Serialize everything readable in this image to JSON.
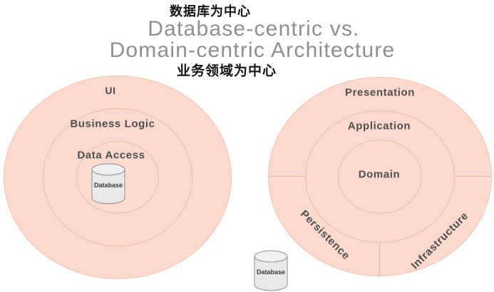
{
  "header": {
    "chinese_top": "数据库为中心",
    "title_line1": "Database-centric vs.",
    "title_line2": "Domain-centric Architecture",
    "chinese_bottom": "业务领域为中心"
  },
  "colors": {
    "ring_fill": "#fbd9ce",
    "ring_border": "#f3bca6",
    "title_gray": "#8f8f8f",
    "label_gray": "#4e4e4e",
    "chinese_black": "#141414",
    "cylinder_fill": "#e9e9e9",
    "cylinder_top_fill": "#f0f0f0",
    "cylinder_border": "#8f8f8f"
  },
  "left_diagram": {
    "layers": [
      "UI",
      "Business Logic",
      "Data Access"
    ],
    "database_label": "Database"
  },
  "right_diagram": {
    "layers": [
      "Presentation",
      "Application",
      "Domain"
    ],
    "segments": [
      "Persistence",
      "Infrastructure"
    ],
    "database_label": "Database"
  }
}
